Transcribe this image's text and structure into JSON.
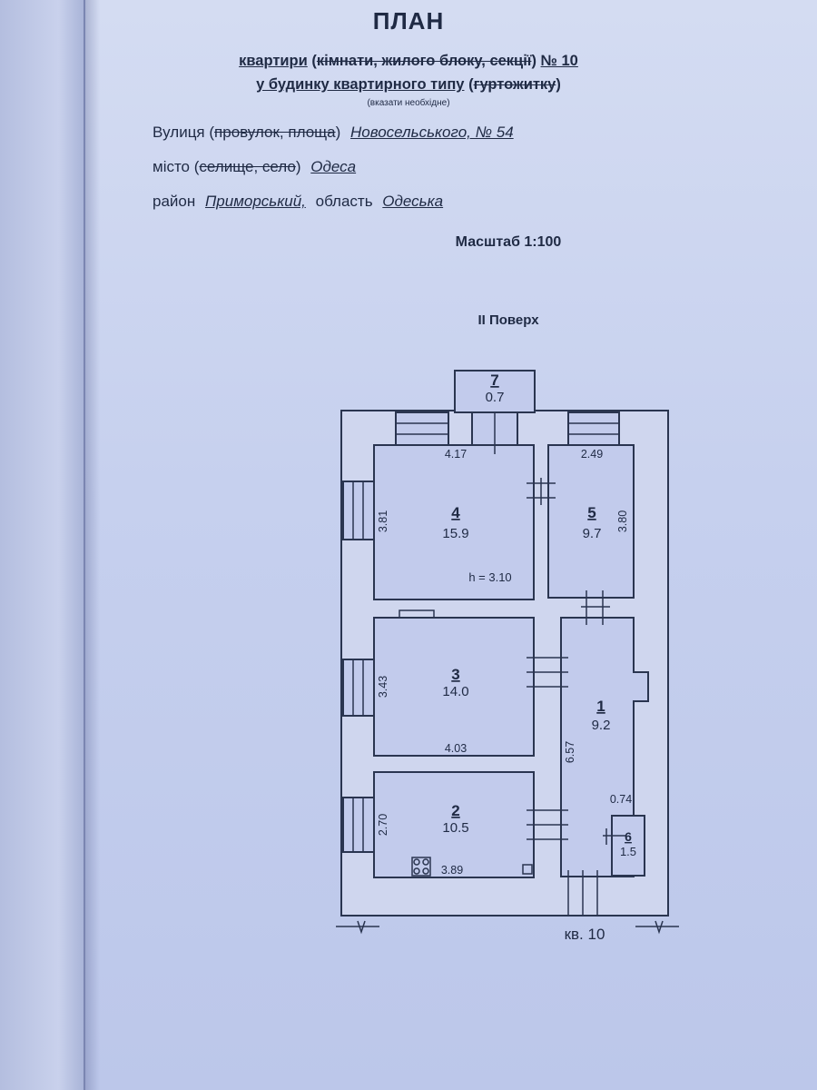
{
  "header": {
    "title": "ПЛАН",
    "line1": {
      "prefix": "квартири",
      "struck": "кімнати, жилого блоку, секції",
      "suffix": "№ 10"
    },
    "line2": {
      "prefix": "у будинку квартирного типу",
      "struck": "гуртожитку"
    },
    "note": "(вказати необхідне)"
  },
  "address": {
    "street": {
      "label": "Вулиця",
      "struck": "провулок, площа",
      "value": "Новосельського, № 54"
    },
    "city": {
      "label": "місто",
      "struck": "селище, село",
      "value": "Одеса"
    },
    "district": {
      "label": "район",
      "value": "Приморський,",
      "label2": "область",
      "value2": "Одеська"
    }
  },
  "scale": "Масштаб 1:100",
  "floor": "II Поверх",
  "rooms": [
    {
      "num": "7",
      "area": "0.7"
    },
    {
      "num": "4",
      "area": "15.9"
    },
    {
      "num": "5",
      "area": "9.7"
    },
    {
      "num": "3",
      "area": "14.0"
    },
    {
      "num": "1",
      "area": "9.2"
    },
    {
      "num": "2",
      "area": "10.5"
    },
    {
      "num": "6",
      "area": "1.5"
    }
  ],
  "dimensions": {
    "r4_width": "4.17",
    "r4_depth": "3.81",
    "r5_width": "2.49",
    "r5_depth": "3.80",
    "height": "h = 3.10",
    "r3_depth": "3.43",
    "r3_width": "4.03",
    "r1_length": "6.57",
    "r1_width": "0.74",
    "r2_depth": "2.70",
    "r2_width": "3.89"
  },
  "apartment_label": "кв. 10"
}
